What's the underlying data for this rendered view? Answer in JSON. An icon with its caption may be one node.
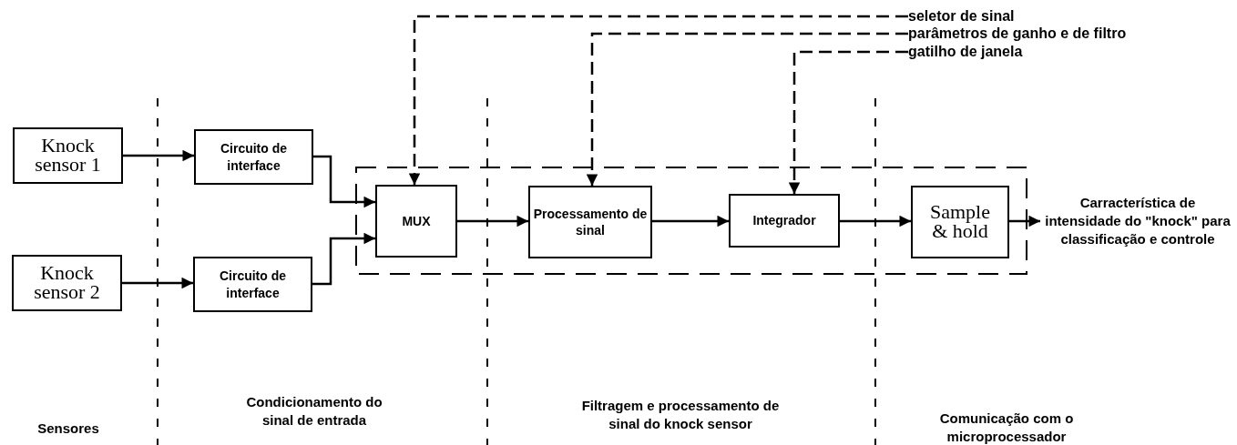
{
  "diagram": {
    "nodes": [
      {
        "text": [
          "Knock sensor 1"
        ]
      },
      {
        "text": [
          "Knock sensor 2"
        ]
      },
      {
        "text": [
          "Circuito de interface"
        ]
      },
      {
        "text": [
          "Circuito de interface"
        ]
      },
      {
        "text": [],
        "shape": "box"
      },
      {
        "text": [
          "MUX"
        ],
        "in": 4
      },
      {
        "text": [
          "Processamento de sinal"
        ],
        "in": 4
      },
      {
        "text": [
          "Integrador"
        ],
        "in": 4
      },
      {
        "text": [
          "Sample & hold"
        ],
        "in": 4
      },
      {
        "text": [
          "seletor de sinal"
        ]
      },
      {
        "text": [
          "parâmetros de ganho e de filtro"
        ]
      },
      {
        "text": [
          "gatilho de janela"
        ]
      },
      {
        "text": [
          "Carracterística de intensidade do \"knock\" para classificação e controle"
        ]
      }
    ],
    "edges": [
      {
        "from": 0,
        "to": 2,
        "arrow": "to"
      },
      {
        "from": 1,
        "to": 3,
        "arrow": "to"
      },
      {
        "from": 2,
        "to": 5,
        "arrow": "to"
      },
      {
        "from": 3,
        "to": 5,
        "arrow": "to"
      },
      {
        "from": 5,
        "to": 6,
        "arrow": "to"
      },
      {
        "from": 6,
        "to": 7,
        "arrow": "to"
      },
      {
        "from": 7,
        "to": 8,
        "arrow": "to"
      },
      {
        "from": 8,
        "to": 12,
        "arrow": "to"
      },
      {
        "from": 9,
        "to": 5,
        "arrow": "to",
        "style": "dashed"
      },
      {
        "from": 10,
        "to": 6,
        "arrow": "to",
        "style": "dashed"
      },
      {
        "from": 11,
        "to": 7,
        "arrow": "to",
        "style": "dashed"
      }
    ],
    "labels": [
      "Sensores",
      "Condicionamento do sinal de entrada",
      "Filtragem e processamento de sinal do knock sensor",
      "Comunicação com o microprocessador"
    ]
  }
}
